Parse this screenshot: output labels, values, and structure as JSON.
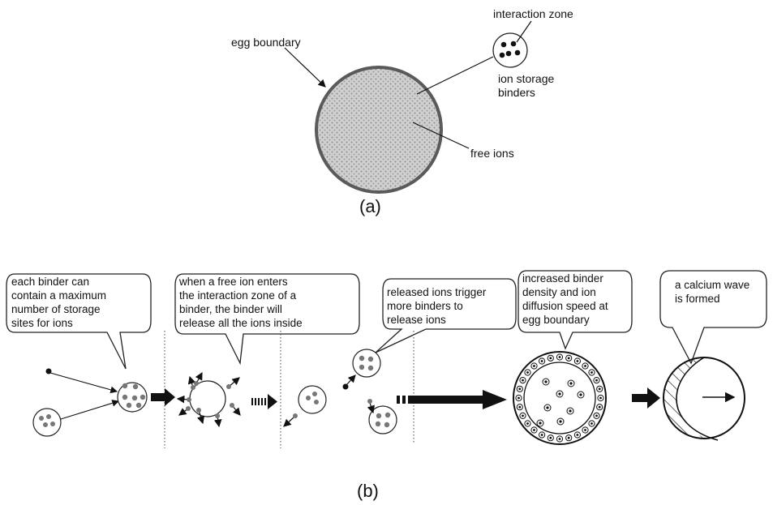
{
  "panel_a": {
    "caption": "(a)",
    "labels": {
      "interaction_zone": "interaction zone",
      "egg_boundary": "egg boundary",
      "ion_storage_binders_line1": "ion storage",
      "ion_storage_binders_line2": "binders",
      "free_ions": "free ions"
    }
  },
  "panel_b": {
    "caption": "(b)",
    "callouts": [
      {
        "lines": [
          "each binder can",
          "contain a maximum",
          "number of storage",
          "sites for ions"
        ]
      },
      {
        "lines": [
          "when a free ion enters",
          "the interaction zone of a",
          "binder, the binder will",
          "release all the ions inside"
        ]
      },
      {
        "lines": [
          "released ions trigger",
          "more binders to",
          "release ions"
        ]
      },
      {
        "lines": [
          "increased binder",
          "density and ion",
          "diffusion speed at",
          "egg boundary"
        ]
      },
      {
        "lines": [
          "a calcium wave",
          "is formed"
        ]
      }
    ]
  },
  "colors": {
    "egg_fill": "#bdbdbd",
    "egg_boundary": "#555555",
    "ion_gray": "#777777",
    "ink": "#111111"
  }
}
